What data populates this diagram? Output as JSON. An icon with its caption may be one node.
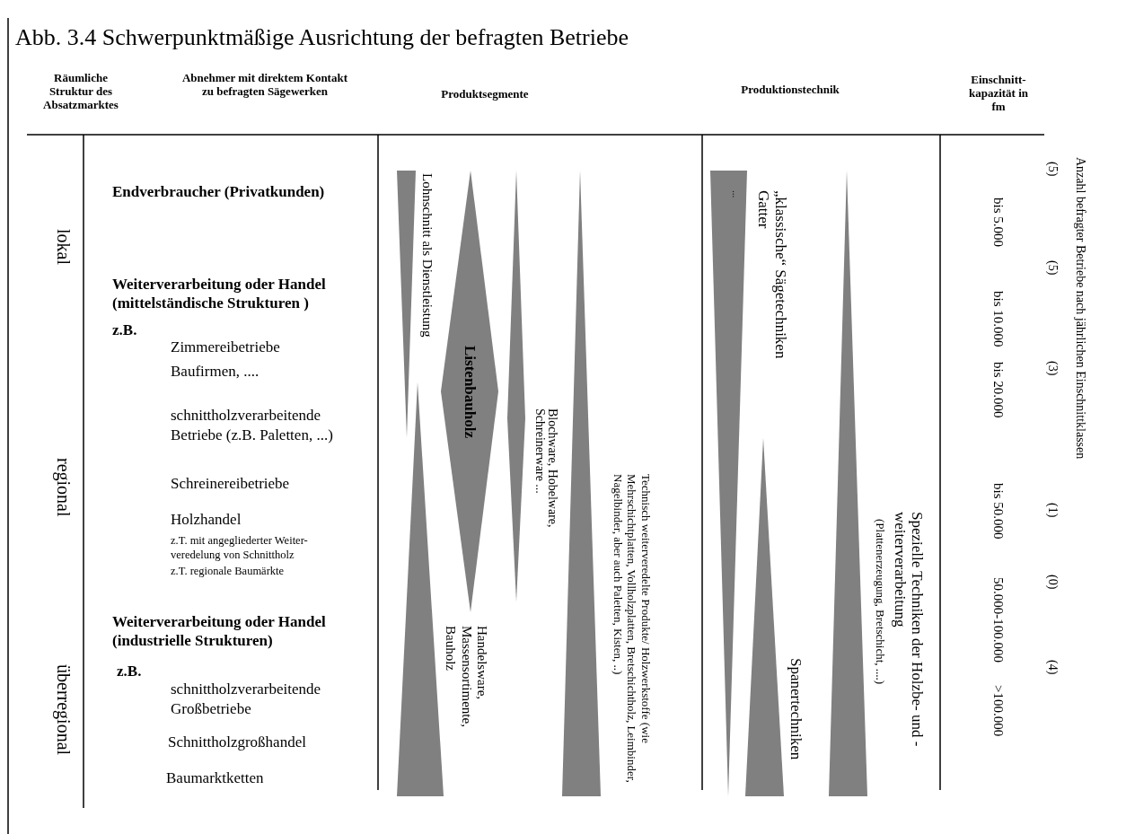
{
  "diagram": {
    "title": "Abb. 3.4 Schwerpunktmäßige Ausrichtung der befragten Betriebe",
    "nodes": [
      {
        "text": [
          "Listenbauholz"
        ]
      },
      {
        "text": [],
        "shape": "triangle"
      },
      {
        "text": [],
        "shape": "diamond"
      },
      {
        "text": [],
        "shape": "triangle"
      },
      {
        "text": [],
        "shape": "triangle"
      },
      {
        "text": [],
        "shape": "triangle"
      },
      {
        "text": [],
        "shape": "triangle"
      },
      {
        "text": [],
        "shape": "triangle"
      }
    ],
    "labels": [
      "Räumliche Struktur des Absatzmarktes",
      "Abnehmer mit direktem Kontakt zu befragten Sägewerken",
      "Produktsegmente",
      "Produktionstechnik",
      "Einschnitt- kapazität in fm",
      "Anzahl befragter Betriebe nach jährlichen Einschnittklassen",
      "(5)",
      "Endverbraucher (Privatkunden)",
      "Lohnschnitt als Dienstleistung",
      "...",
      "„klassische“ Sägetechniken Gatter",
      "bis 5.000",
      "lokal",
      "Weiterverarbeitung oder Handel (mittelständische Strukturen )",
      "(5)",
      "bis 10.000",
      "z.B.",
      "Zimmereibetriebe",
      "Baufirmen, ....",
      "(3)",
      "bis 20.000",
      "schnittholzverarbeitende Betriebe (z.B. Paletten, ...)",
      "Blochware, Hobelware, Schreinerware ...",
      "Technisch weiterveredelte Produkte/ Holzwerkstoffe (wie Mehrschichtplatten, Vollholzplatten, Bretschichtholz, Leimbinder, Nagelbinder, aber auch Paletten, Kisten, ..)",
      "regional",
      "Schreinereibetriebe",
      "bis 50.000",
      "(1)",
      "Spezielle Techniken der Holzbe- und -weiterverarbeitung",
      "(Plattenerzeugung, Bretschicht, ....)",
      "Holzhandel",
      "z.T. mit angegliederter Weiter- veredelung von Schnittholz",
      "z.T. regionale Baumärkte",
      "50.000-100.000",
      "(0)",
      "Weiterverarbeitung oder Handel (industrielle Strukturen)",
      "Handelsware, Massensortimente, Bauholz",
      "z.B.",
      "(4)",
      ">100.000",
      "schnittholzverarbeitende Großbetriebe",
      "Spanertechniken",
      "überregional",
      "Schnittholzgroßhandel",
      "Baumarktketten"
    ]
  }
}
